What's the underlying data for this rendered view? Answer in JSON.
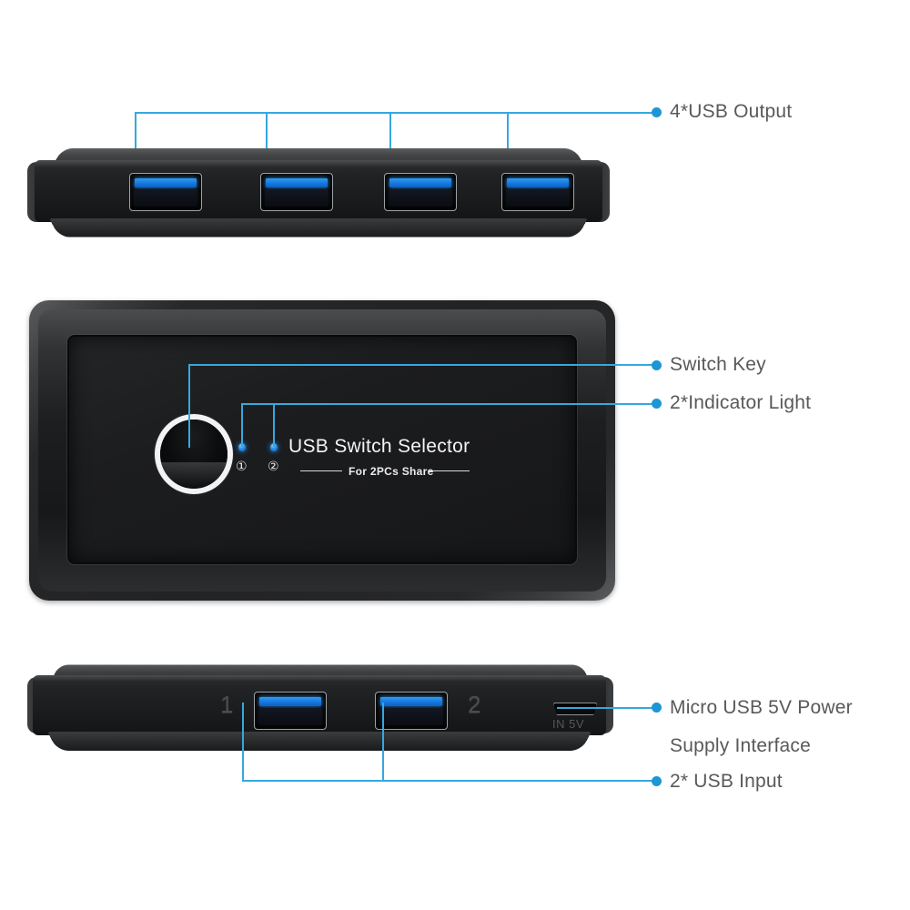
{
  "diagram": {
    "product_name": "USB Switch Selector",
    "panel_subtitle": "For 2PCs Share",
    "background_color": "#ffffff",
    "accent_color": "#35a8e0",
    "dot_color": "#1e95d4",
    "label_text_color": "#58595b",
    "usb_blue": "#1577e0"
  },
  "callouts": {
    "usb_output": "4*USB Output",
    "switch_key": "Switch Key",
    "indicator_light": "2*Indicator Light",
    "micro_usb_power_line1": "Micro USB 5V Power",
    "micro_usb_power_line2": "Supply Interface",
    "usb_input": "2* USB Input"
  },
  "top_view": {
    "name": "4 USB Output Ports",
    "port_count": 4,
    "ports": [
      {
        "index": 1,
        "type": "USB 3.0 Type-A"
      },
      {
        "index": 2,
        "type": "USB 3.0 Type-A"
      },
      {
        "index": 3,
        "type": "USB 3.0 Type-A"
      },
      {
        "index": 4,
        "type": "USB 3.0 Type-A"
      }
    ]
  },
  "front_view": {
    "title": "USB Switch Selector",
    "subtitle": "For 2PCs Share",
    "switch_button_label": "",
    "indicators": [
      {
        "marker": "①",
        "name": "indicator-1"
      },
      {
        "marker": "②",
        "name": "indicator-2"
      }
    ]
  },
  "bottom_view": {
    "name": "2 USB Input Ports and Power",
    "input_labels": [
      "1",
      "2"
    ],
    "power_port_label": "IN 5V",
    "power_port_type": "Micro USB"
  }
}
